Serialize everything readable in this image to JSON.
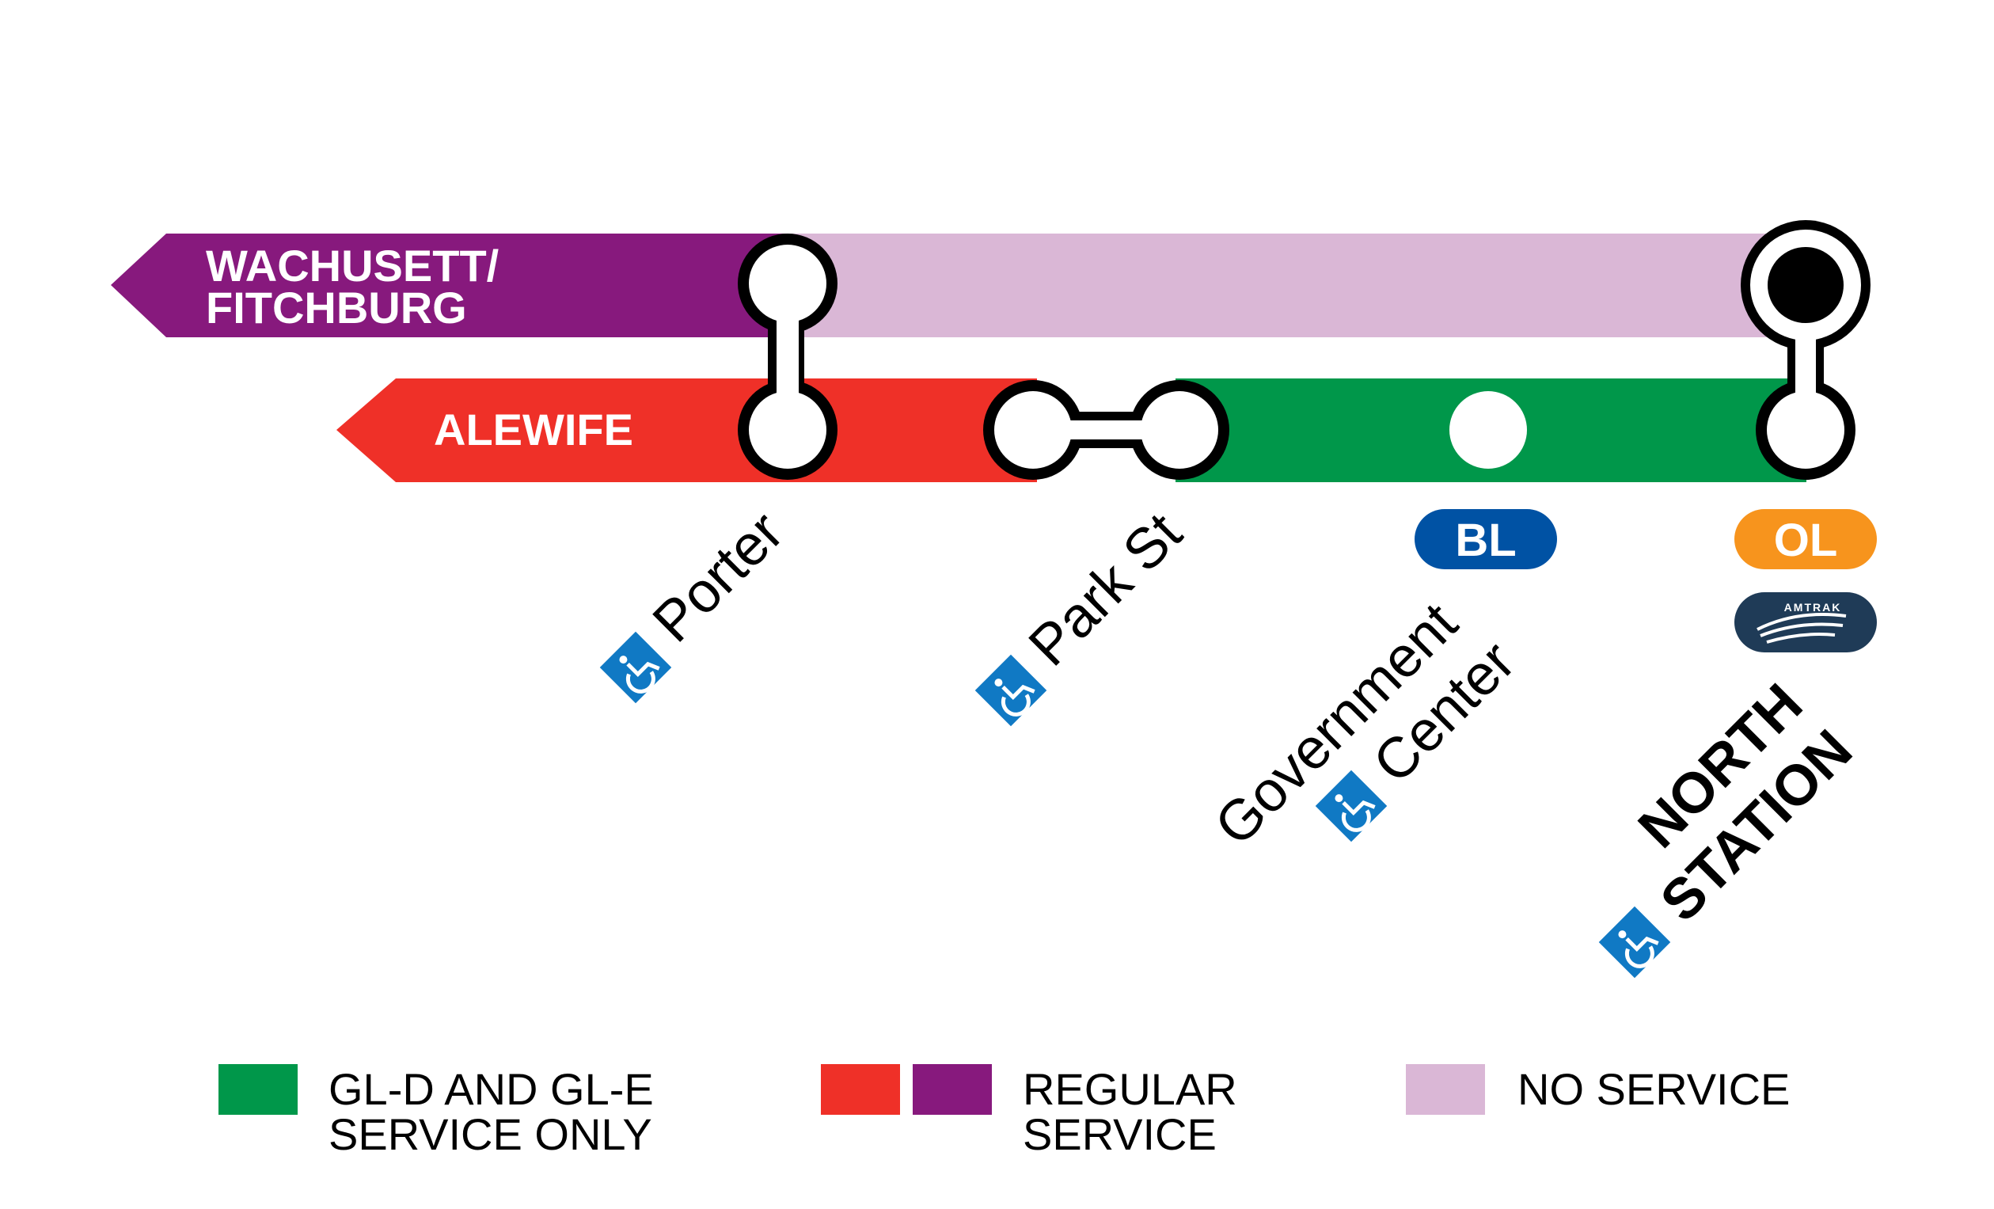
{
  "colors": {
    "purple": "#87197d",
    "purple_light": "#dab7d6",
    "red": "#ef3028",
    "green": "#00974a",
    "blue": "#0052a4",
    "orange": "#f7941d",
    "amtrak": "#1f3b57",
    "accessible": "#1079c4",
    "black": "#000000",
    "white": "#ffffff"
  },
  "routes": {
    "purple": {
      "line1": "WACHUSETT/",
      "line2": "FITCHBURG"
    },
    "red": {
      "label": "ALEWIFE"
    }
  },
  "stations": {
    "porter": {
      "name": "Porter",
      "accessible_icon": "wheelchair-icon"
    },
    "park": {
      "name": "Park St",
      "accessible_icon": "wheelchair-icon"
    },
    "gov_center": {
      "line1": "Government",
      "line2": "Center",
      "accessible_icon": "wheelchair-icon"
    },
    "north": {
      "line1": "NORTH",
      "line2": "STATION",
      "accessible_icon": "wheelchair-icon"
    }
  },
  "connections": {
    "bl": "BL",
    "ol": "OL",
    "amtrak": "AMTRAK"
  },
  "legend": {
    "green": {
      "line1": "GL-D AND GL-E",
      "line2": "SERVICE ONLY"
    },
    "regular": {
      "line1": "REGULAR",
      "line2": "SERVICE"
    },
    "none": {
      "line1": "NO SERVICE"
    }
  }
}
